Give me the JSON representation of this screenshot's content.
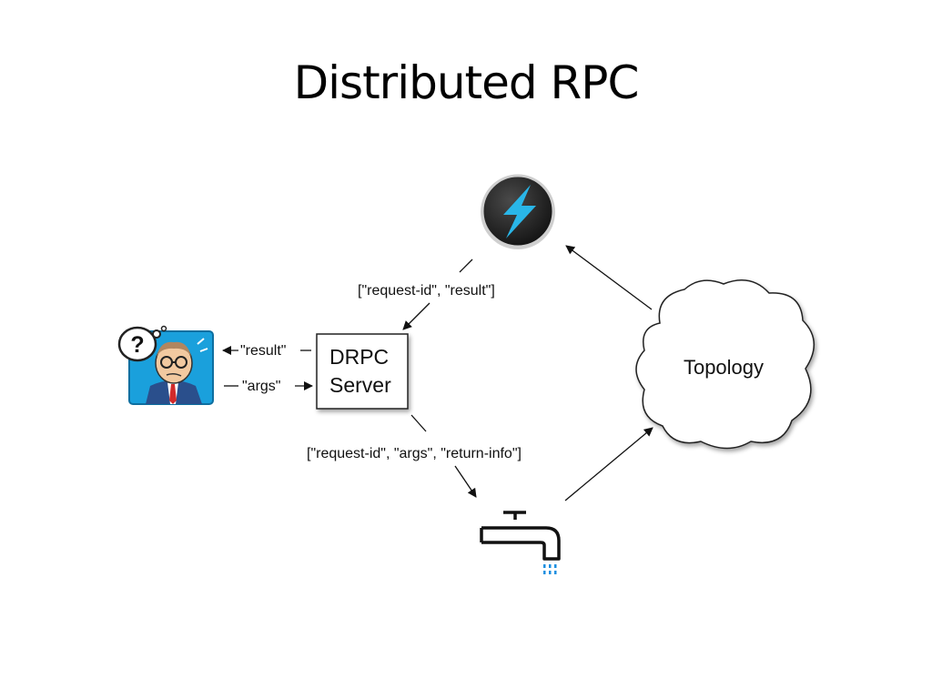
{
  "slide": {
    "title": "Distributed RPC"
  },
  "diagram": {
    "server_box": {
      "line1": "DRPC",
      "line2": "Server"
    },
    "cloud_label": "Topology",
    "edge_result_to_client": "\"result\"",
    "edge_args_to_server": "\"args\"",
    "edge_bolt_to_server": "[\"request-id\", \"result\"]",
    "edge_server_to_spout": "[\"request-id\", \"args\", \"return-info\"]",
    "client_question_mark": "?",
    "icons": {
      "client": "confused-man-icon",
      "storm": "lightning-bolt-icon",
      "spout": "water-faucet-icon"
    },
    "colors": {
      "storm_blue": "#29b6e8",
      "client_bg": "#1aa0dc",
      "faucet_drops": "#1a8fe0"
    }
  }
}
